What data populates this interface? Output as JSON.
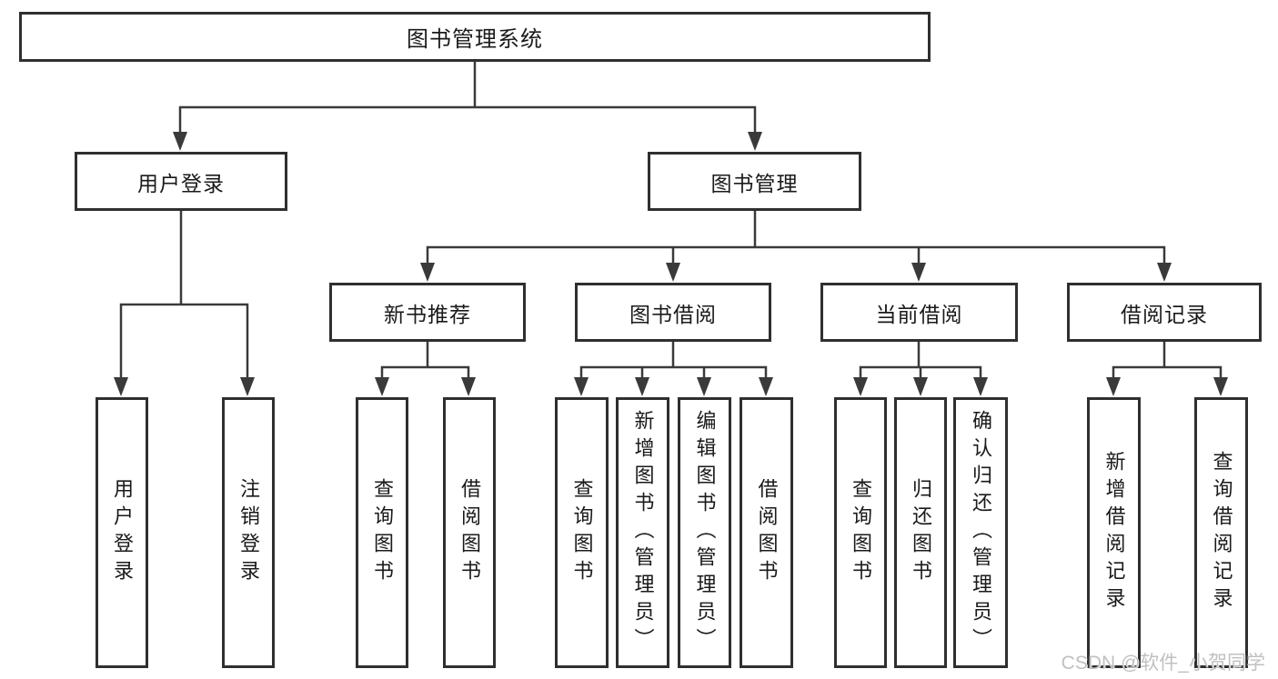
{
  "diagram_title": "图书管理系统",
  "tree": {
    "root": {
      "label": "图书管理系统"
    },
    "branches": [
      {
        "label": "用户登录",
        "children": [
          {
            "label": "用户登录"
          },
          {
            "label": "注销登录"
          }
        ]
      },
      {
        "label": "图书管理",
        "children": [
          {
            "label": "新书推荐",
            "children": [
              {
                "label": "查询图书"
              },
              {
                "label": "借阅图书"
              }
            ]
          },
          {
            "label": "图书借阅",
            "children": [
              {
                "label": "查询图书"
              },
              {
                "label": "新增图书（管理员）"
              },
              {
                "label": "编辑图书（管理员）"
              },
              {
                "label": "借阅图书"
              }
            ]
          },
          {
            "label": "当前借阅",
            "children": [
              {
                "label": "查询图书"
              },
              {
                "label": "归还图书"
              },
              {
                "label": "确认归还（管理员）"
              }
            ]
          },
          {
            "label": "借阅记录",
            "children": [
              {
                "label": "新增借阅记录"
              },
              {
                "label": "查询借阅记录"
              }
            ]
          }
        ]
      }
    ]
  },
  "watermark": {
    "text": "CSDN @软件_小贺同学"
  },
  "colors": {
    "line": "#3a3a3a",
    "box_border": "#2f2f2f",
    "text": "#1a1a1a",
    "watermark": "#c0c0c0",
    "background": "#ffffff"
  }
}
